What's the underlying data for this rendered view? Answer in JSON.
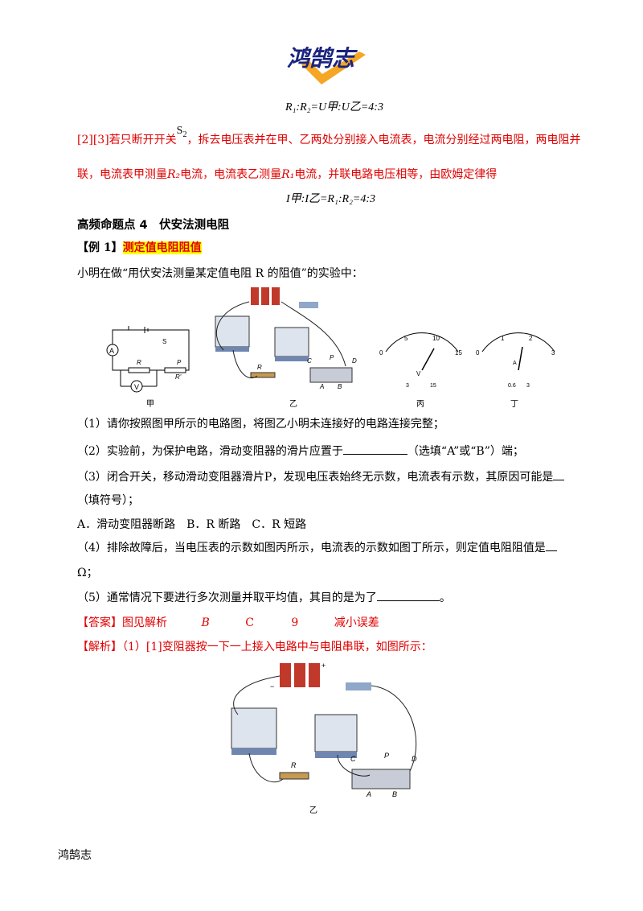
{
  "logo": {
    "text": "鸿鹄志",
    "colors": {
      "text": "#1a237e",
      "check": "#f5a623"
    }
  },
  "eq1": "R₁:R₂=U甲:U乙=4:3",
  "para_s2": {
    "prefix": "[2][3]若只断开开关",
    "switch": "S",
    "sub": "2",
    "suffix": "，拆去电压表并在甲、乙两处分别接入电流表，电流分别经过两电阻，两电阻并"
  },
  "para_s2_line2": {
    "a": "联，电流表甲测量",
    "r2": "R₂",
    "b": "电流，电流表乙测量",
    "r1": "R₁",
    "c": "电流，并联电路电压相等，由欧姆定律得"
  },
  "eq2": "I甲:I乙=R₁:R₂=4:3",
  "heading": "高频命题点 4　伏安法测电阻",
  "example": {
    "tag": "【例 1】",
    "title": "测定值电阻阻值"
  },
  "intro": "小明在做“用伏安法测量某定值电阻 R 的阻值”的实验中：",
  "fig_labels": {
    "jia": "甲",
    "yi": "乙",
    "bing": "丙",
    "ding": "丁"
  },
  "q1": "（1）请你按照图甲所示的电路图，将图乙小明未连接好的电路连接完整；",
  "q2": {
    "a": "（2）实验前，为保护电路，滑动变阻器的滑片应置于",
    "b": "（选填“A”或“B”）端；"
  },
  "q3": {
    "a": "（3）闭合开关，移动滑动变阻器滑片P，发现电压表始终无示数，电流表有示数，其原因可能是",
    "b": "（填符号）；"
  },
  "q3_options": "A．滑动变阻器断路　B．R 断路　C．R 短路",
  "q4": {
    "a": "（4）排除故障后，当电压表的示数如图丙所示，电流表的示数如图丁所示，则定值电阻阻值是",
    "b": "Ω；"
  },
  "q5": "（5）通常情况下要进行多次测量并取平均值，其目的是为了",
  "q5_end": "。",
  "answer": {
    "label": "【答案】",
    "items": [
      "图见解析",
      "B",
      "C",
      "9",
      "减小误差"
    ]
  },
  "analysis": "【解析】（1）[1]变阻器按一下一上接入电路中与电阻串联，如图所示：",
  "footer": "鸿鹄志"
}
